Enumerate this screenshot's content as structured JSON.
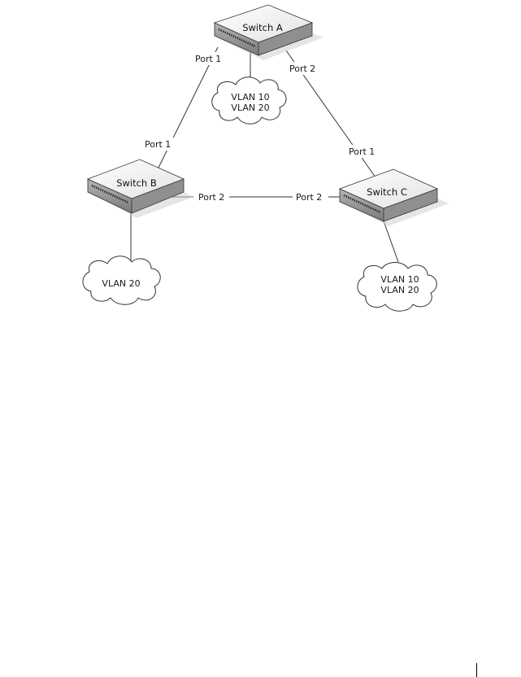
{
  "switches": {
    "a": {
      "label": "Switch A"
    },
    "b": {
      "label": "Switch B"
    },
    "c": {
      "label": "Switch C"
    }
  },
  "ports": {
    "a_port1": "Port 1",
    "a_port2": "Port 2",
    "b_port1": "Port 1",
    "b_port2": "Port 2",
    "c_port1": "Port 1",
    "c_port2": "Port 2"
  },
  "clouds": {
    "a": {
      "lines": [
        "VLAN 10",
        "VLAN 20"
      ]
    },
    "b": {
      "lines": [
        "VLAN 20"
      ]
    },
    "c": {
      "lines": [
        "VLAN 10",
        "VLAN 20"
      ]
    }
  },
  "colors": {
    "switch_top": "#f4f4f4",
    "switch_side": "#9a9a9a",
    "shadow": "#c8c8c8",
    "line": "#333333"
  }
}
